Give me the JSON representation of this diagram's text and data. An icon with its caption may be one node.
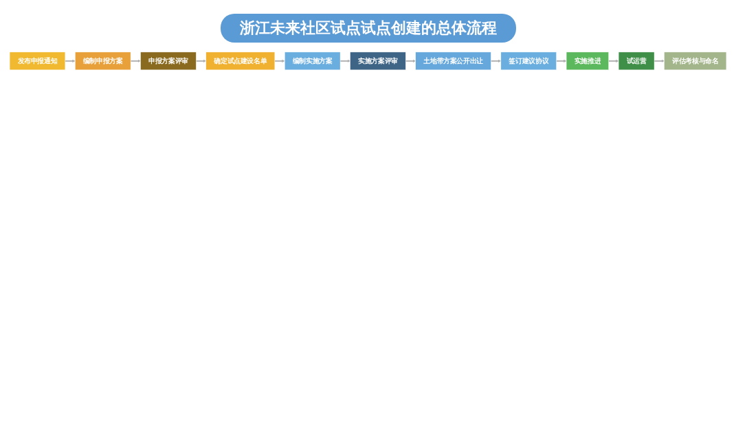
{
  "diagram": {
    "title": "浙江未来社区试点试点创建的总体流程",
    "nodes": [
      {
        "text": [
          "发布申报通知"
        ]
      },
      {
        "text": [
          "编制申报方案"
        ]
      },
      {
        "text": [
          "申报方案评审"
        ]
      },
      {
        "text": [
          "确定试点建设名单"
        ]
      },
      {
        "text": [
          "编制实施方案"
        ]
      },
      {
        "text": [
          "实施方案评审"
        ]
      },
      {
        "text": [
          "土地带方案公开出让"
        ]
      },
      {
        "text": [
          "签订建议协议"
        ]
      },
      {
        "text": [
          "实施推进"
        ]
      },
      {
        "text": [
          "试运营"
        ]
      },
      {
        "text": [
          "评估考核与命名"
        ]
      }
    ],
    "edges": [
      {
        "from": 0,
        "to": 1,
        "arrow": "to"
      },
      {
        "from": 1,
        "to": 2,
        "arrow": "to"
      },
      {
        "from": 2,
        "to": 3,
        "arrow": "to"
      },
      {
        "from": 3,
        "to": 4,
        "arrow": "to"
      },
      {
        "from": 4,
        "to": 5,
        "arrow": "to"
      },
      {
        "from": 5,
        "to": 6,
        "arrow": "to"
      },
      {
        "from": 6,
        "to": 7,
        "arrow": "to"
      },
      {
        "from": 7,
        "to": 8,
        "arrow": "to"
      },
      {
        "from": 8,
        "to": 9,
        "arrow": "to"
      },
      {
        "from": 9,
        "to": 10,
        "arrow": "to"
      }
    ]
  }
}
